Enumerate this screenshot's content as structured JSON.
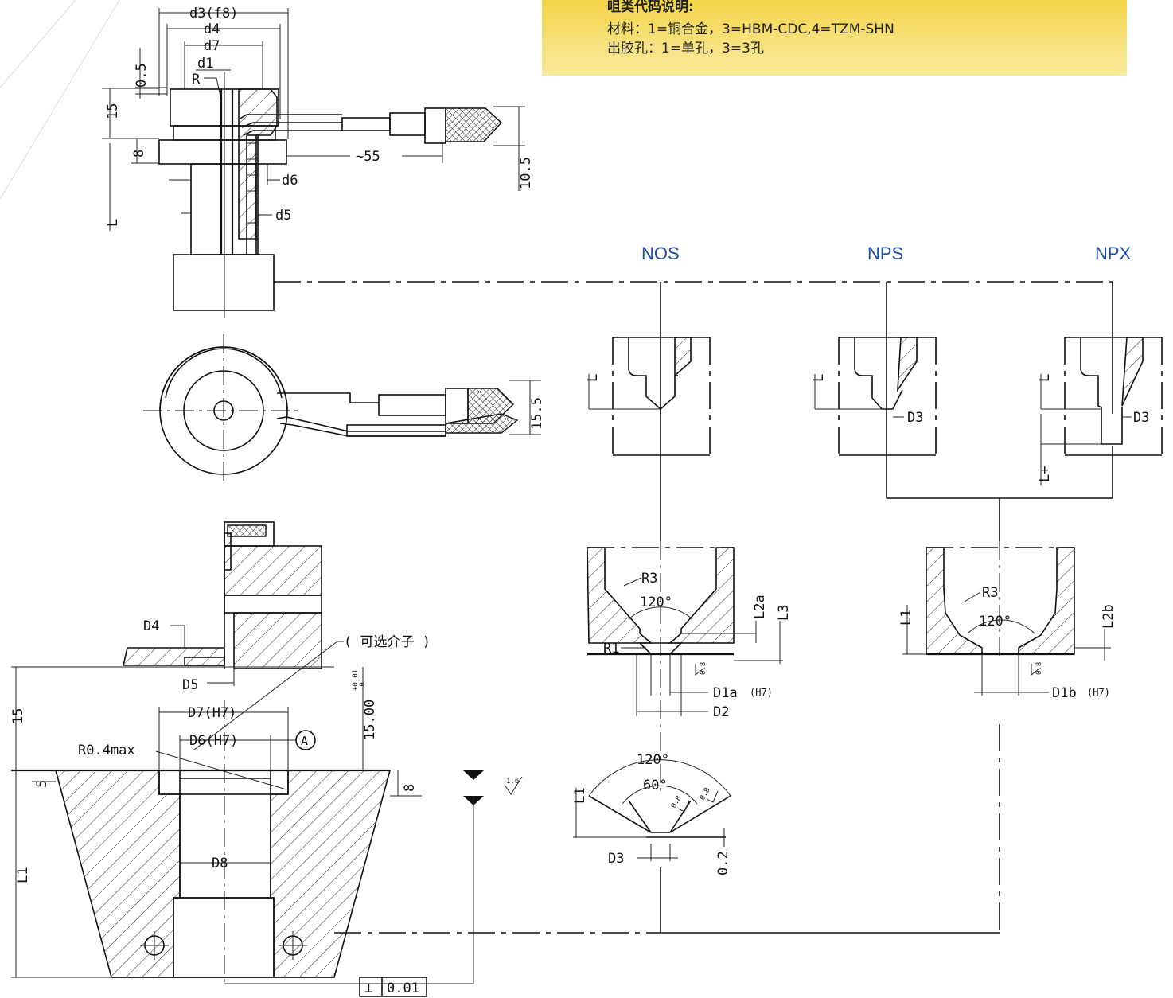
{
  "note": {
    "heading": "咀类代码说明:",
    "line1": "材料：1=铜合金，3=HBM-CDC,4=TZM-SHN",
    "line2": "出胶孔：1=单孔，3=3孔"
  },
  "variants": {
    "nos": "NOS",
    "nps": "NPS",
    "npx": "NPX"
  },
  "top_view": {
    "d3": "d3(f8)",
    "d4": "d4",
    "d7": "d7",
    "d1": "d1",
    "r": "R",
    "dim_05": "0.5",
    "dim_15": "15",
    "dim_8": "8",
    "dim_55": "~55",
    "dim_105": "10.5",
    "d6": "d6",
    "d5": "d5",
    "L": "L"
  },
  "plan_view": {
    "dim_155": "15.5"
  },
  "mount_view": {
    "d4": "D4",
    "d5": "D5",
    "optional_insert": "( 可选介子 )",
    "d7": "D7(H7)",
    "d6": "D6(H7)",
    "datum": "A",
    "r04": "R0.4max",
    "dim_15": "15",
    "dim_1500": "15.00",
    "tol_plus": "+0.01",
    "tol_minus": "-0",
    "dim_5": "5",
    "dim_8": "8",
    "roughness": "1.6",
    "d8": "D8",
    "l1": "L1",
    "perp_symbol": "⊥",
    "perp_value": "0.01"
  },
  "tip_views": {
    "nos_L": "L",
    "nps_L": "L",
    "nps_d3": "D3",
    "npx_L": "L",
    "npx_d3": "D3",
    "npx_lplus": "L+"
  },
  "seat_nos": {
    "r3": "R3",
    "angle": "120°",
    "l2a": "L2a",
    "l3": "L3",
    "r1": "R1",
    "rough": "0.8",
    "d1a": "D1a",
    "d1a_tol": "(H7)",
    "d2": "D2"
  },
  "seat_np": {
    "r3": "R3",
    "angle": "120°",
    "l1": "L1",
    "l2b": "L2b",
    "rough": "0.8",
    "d1b": "D1b",
    "d1b_tol": "(H7)"
  },
  "cone_detail": {
    "angle120": "120°",
    "angle60": "60°",
    "rough1": "0.8",
    "rough2": "0.8",
    "l1": "L1",
    "d3": "D3",
    "dim_02": "0.2"
  }
}
